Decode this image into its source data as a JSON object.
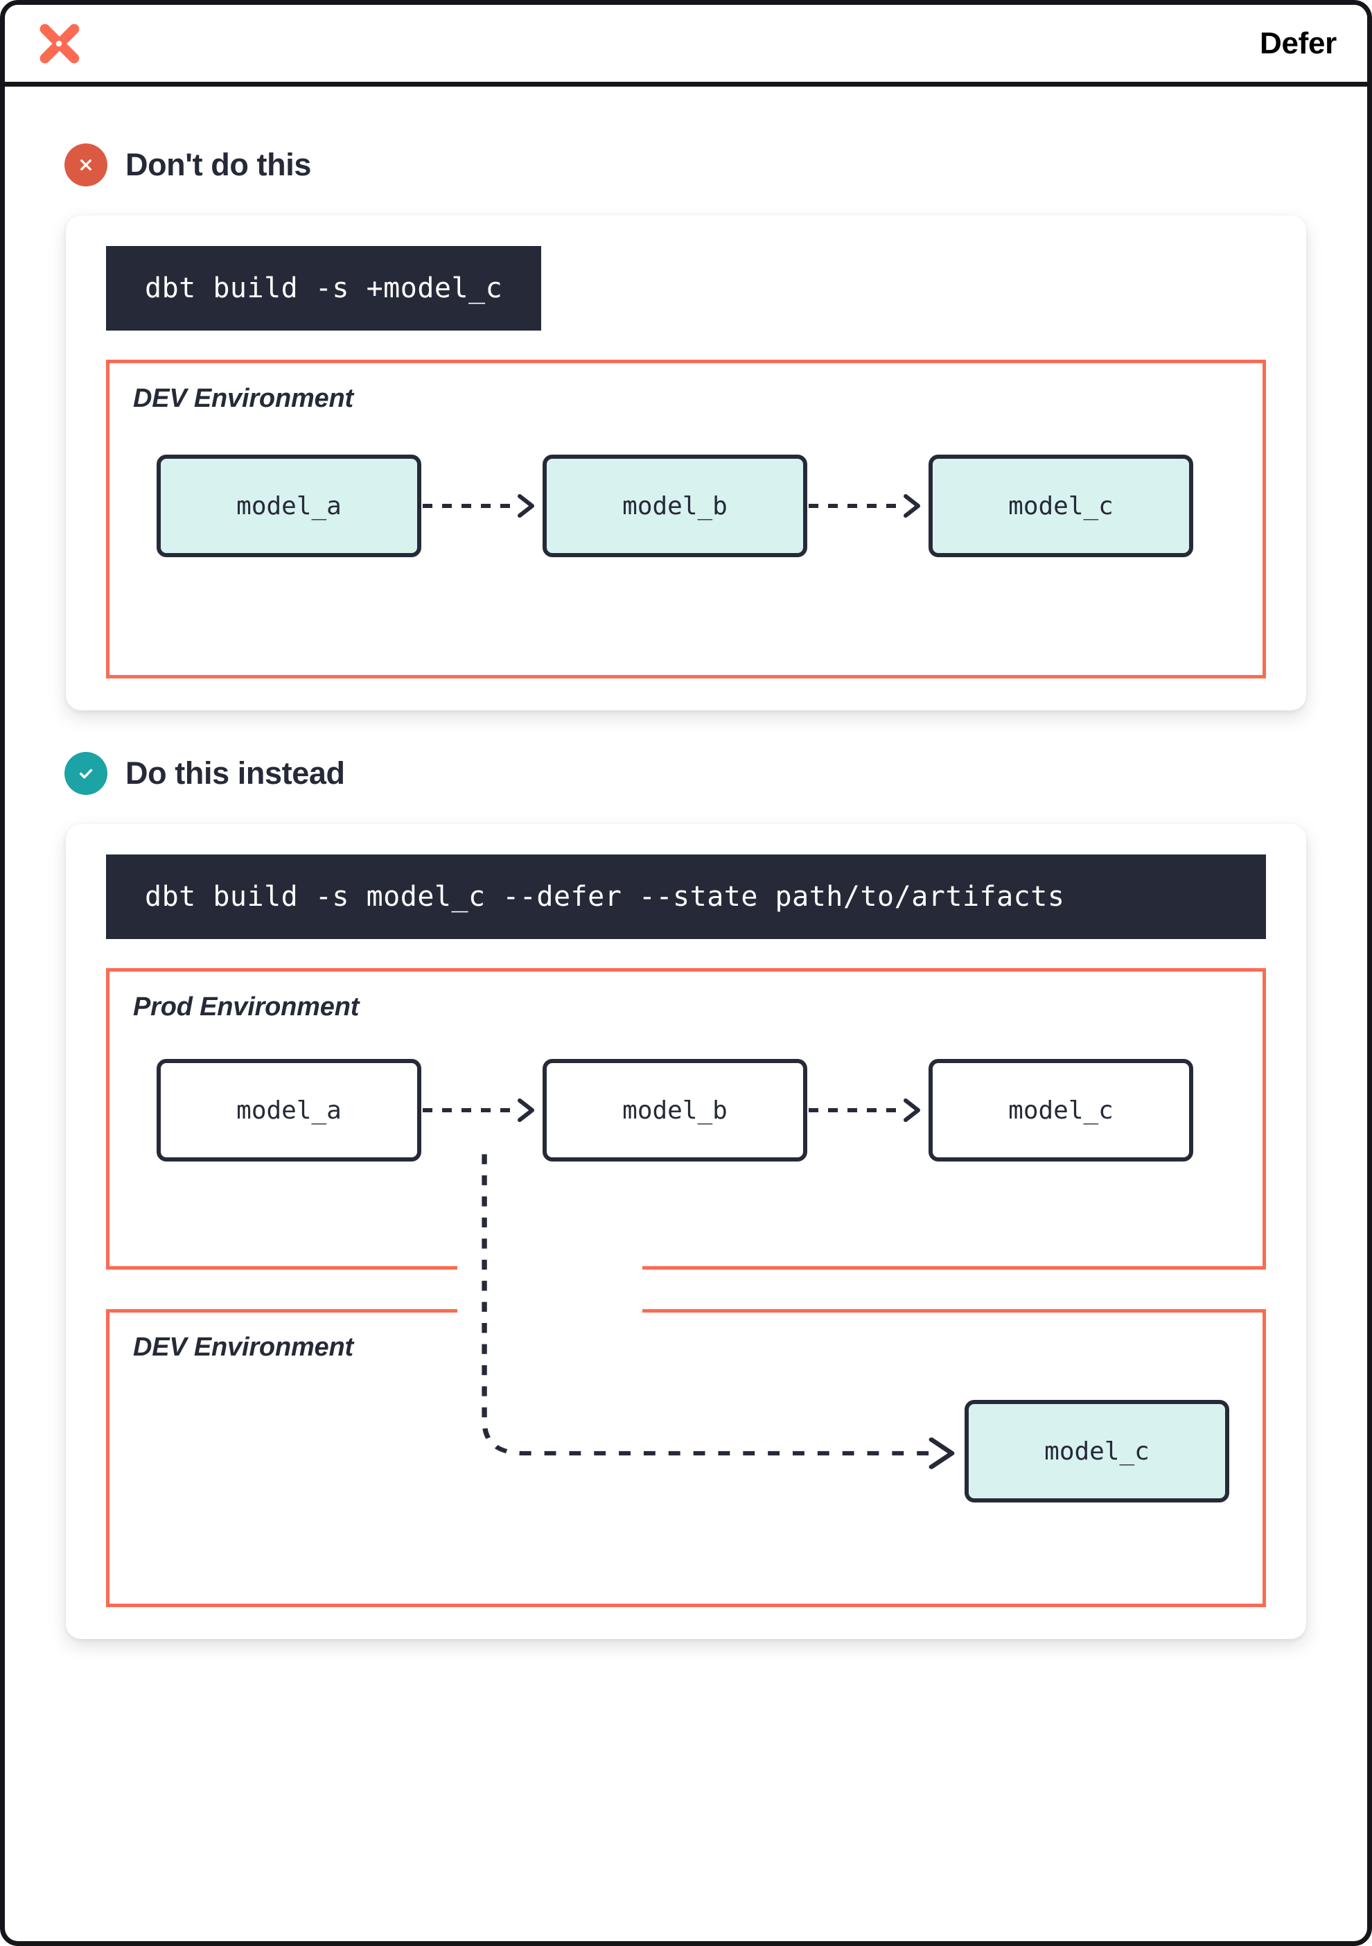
{
  "header": {
    "title": "Defer",
    "logo_icon": "dbt-logo-icon"
  },
  "sections": [
    {
      "id": "dont-do-this",
      "badge_icon": "x-circle-icon",
      "badge_color": "#dd5a42",
      "heading": "Don't do this",
      "command": "dbt build -s +model_c",
      "environments": [
        {
          "label": "DEV Environment",
          "nodes": [
            "model_a",
            "model_b",
            "model_c"
          ],
          "node_style": "filled"
        }
      ]
    },
    {
      "id": "do-this-instead",
      "badge_icon": "check-circle-icon",
      "badge_color": "#1ba3a6",
      "heading": "Do this instead",
      "command": "dbt build -s model_c --defer --state path/to/artifacts",
      "environments": [
        {
          "label": "Prod Environment",
          "nodes": [
            "model_a",
            "model_b",
            "model_c"
          ],
          "node_style": "outline"
        },
        {
          "label": "DEV Environment",
          "nodes": [
            "model_c"
          ],
          "node_style": "filled"
        }
      ]
    }
  ],
  "colors": {
    "accent_orange": "#fb6b53",
    "badge_red": "#dd5a42",
    "badge_teal": "#1ba3a6",
    "ink": "#262a38",
    "node_fill": "#d8f2f0",
    "code_bg": "#262a38",
    "frame_border": "#16161a"
  }
}
